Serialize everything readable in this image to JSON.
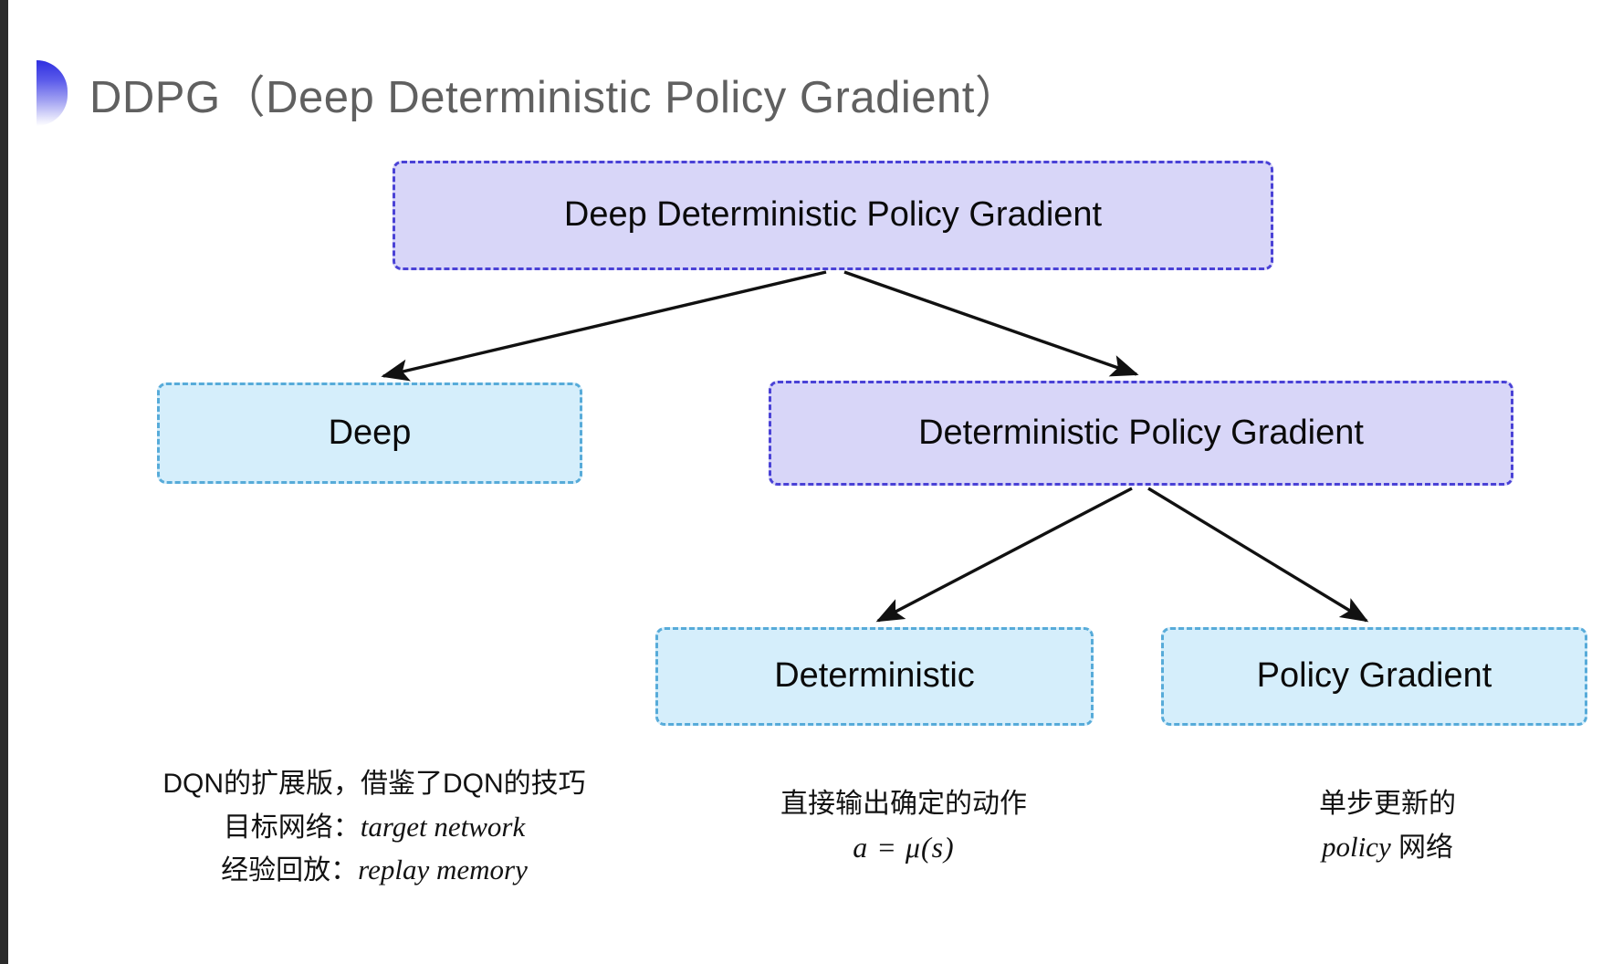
{
  "slide": {
    "title": "DDPG（Deep Deterministic Policy Gradient）",
    "bullet_icon": "half-circle-gradient-icon",
    "background_color": "#ffffff",
    "title_color": "#606060"
  },
  "colors": {
    "purple_fill": "#d8d6f8",
    "purple_border": "#4a42d6",
    "blue_fill": "#d5eefb",
    "blue_border": "#57abd9",
    "arrow": "#111111"
  },
  "diagram": {
    "type": "tree",
    "nodes": [
      {
        "id": "root",
        "label": "Deep Deterministic Policy Gradient",
        "style": "purple"
      },
      {
        "id": "deep",
        "label": "Deep",
        "style": "blue"
      },
      {
        "id": "dpg",
        "label": "Deterministic Policy Gradient",
        "style": "purple"
      },
      {
        "id": "deterministic",
        "label": "Deterministic",
        "style": "blue"
      },
      {
        "id": "policy_gradient",
        "label": "Policy Gradient",
        "style": "blue"
      }
    ],
    "edges": [
      {
        "from": "root",
        "to": "deep"
      },
      {
        "from": "root",
        "to": "dpg"
      },
      {
        "from": "dpg",
        "to": "deterministic"
      },
      {
        "from": "dpg",
        "to": "policy_gradient"
      }
    ]
  },
  "captions": {
    "deep": {
      "line1": "DQN的扩展版，借鉴了DQN的技巧",
      "line2_label": "目标网络：",
      "line2_term": "target network",
      "line3_label": "经验回放：",
      "line3_term": "replay memory"
    },
    "deterministic": {
      "line1": "直接输出确定的动作",
      "formula": "a = μ(s)"
    },
    "policy_gradient": {
      "line1": "单步更新的",
      "line2_term": "policy",
      "line2_suffix": " 网络"
    }
  }
}
